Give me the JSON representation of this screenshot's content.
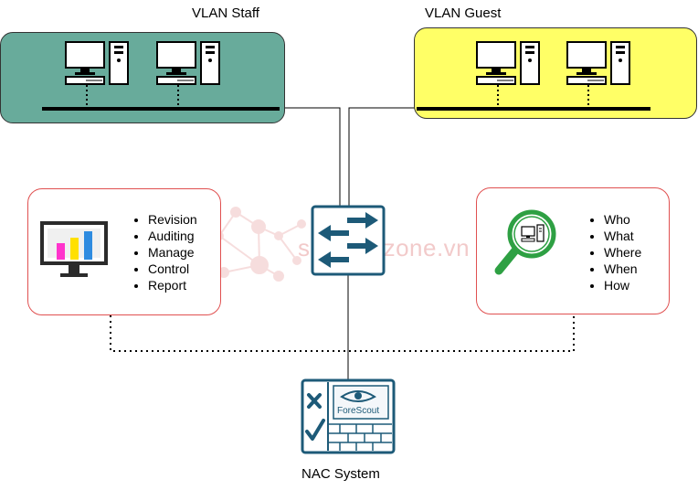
{
  "vlans": [
    {
      "title": "VLAN Staff",
      "color": "#68ab9b"
    },
    {
      "title": "VLAN Guest",
      "color": "#ffff66"
    }
  ],
  "left_panel": {
    "items": [
      "Revision",
      "Auditing",
      "Manage",
      "Control",
      "Report"
    ]
  },
  "right_panel": {
    "items": [
      "Who",
      "What",
      "Where",
      "When",
      "How"
    ]
  },
  "nac": {
    "label": "NAC System",
    "brand": "ForeScout"
  },
  "watermark": "securityzone.vn",
  "colors": {
    "switch": "#1d5a78",
    "panel_border": "#e05050",
    "magnifier": "#2ea043"
  }
}
